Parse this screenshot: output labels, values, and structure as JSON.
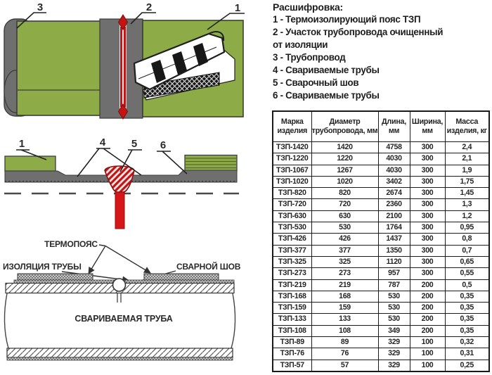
{
  "colors": {
    "insulation_green": "#8dac48",
    "pipe_gray": "#6f6f6f",
    "weld_red": "#c51414",
    "line_dark": "#2a2a2a"
  },
  "legend": {
    "title": "Расшифровка:",
    "items": [
      "1 - Термоизолирующий пояс ТЗП",
      "2 - Участок трубопровода очищенный\nот изоляции",
      "3 - Трубопровод",
      "4 - Свариваемые трубы",
      "5 - Сварочный шов",
      "6 - Свариваемые трубы"
    ]
  },
  "diagrams": {
    "assembled": {
      "callouts": [
        "3",
        "2",
        "1"
      ]
    },
    "cross_section": {
      "callouts": [
        "1",
        "4",
        "5",
        "6"
      ]
    },
    "pipe_side": {
      "labels": {
        "thermo_belt": "ТЕРМОПОЯС",
        "pipe_insulation": "ИЗОЛЯЦИЯ ТРУБЫ",
        "weld_seam": "СВАРНОЙ ШОВ",
        "welded_pipe": "СВАРИВАЕМАЯ ТРУБА"
      }
    }
  },
  "table": {
    "headers": [
      "Марка изделия",
      "Диаметр трубопровода, мм",
      "Длина, мм",
      "Ширина, мм",
      "Масса изделия, кг"
    ],
    "rows": [
      [
        "ТЗП-1420",
        "1420",
        "4758",
        "300",
        "2,4"
      ],
      [
        "ТЗП-1220",
        "1220",
        "4030",
        "300",
        "2,1"
      ],
      [
        "ТЗП-1067",
        "1267",
        "4030",
        "300",
        "1,9"
      ],
      [
        "ТЗП-1020",
        "1020",
        "3402",
        "300",
        "1,75"
      ],
      [
        "ТЗП-820",
        "820",
        "2674",
        "300",
        "1,45"
      ],
      [
        "ТЗП-720",
        "720",
        "2360",
        "300",
        "1,3"
      ],
      [
        "ТЗП-630",
        "630",
        "2100",
        "300",
        "1,2"
      ],
      [
        "ТЗП-530",
        "530",
        "1764",
        "300",
        "0,95"
      ],
      [
        "ТЗП-426",
        "426",
        "1437",
        "300",
        "0,8"
      ],
      [
        "ТЗП-377",
        "377",
        "1350",
        "300",
        "0,7"
      ],
      [
        "ТЗП-325",
        "325",
        "1120",
        "300",
        "0,65"
      ],
      [
        "ТЗП-273",
        "273",
        "957",
        "300",
        "0,55"
      ],
      [
        "ТЗП-219",
        "219",
        "787",
        "200",
        "0,5"
      ],
      [
        "ТЗП-168",
        "168",
        "530",
        "200",
        "0,35"
      ],
      [
        "ТЗП-159",
        "159",
        "530",
        "200",
        "0,35"
      ],
      [
        "ТЗП-133",
        "133",
        "530",
        "200",
        "0,35"
      ],
      [
        "ТЗП-108",
        "108",
        "349",
        "200",
        "0,35"
      ],
      [
        "ТЗП-89",
        "89",
        "329",
        "100",
        "0,32"
      ],
      [
        "ТЗП-76",
        "76",
        "329",
        "100",
        "0,31"
      ],
      [
        "ТЗП-57",
        "57",
        "329",
        "100",
        "0,25"
      ]
    ]
  }
}
